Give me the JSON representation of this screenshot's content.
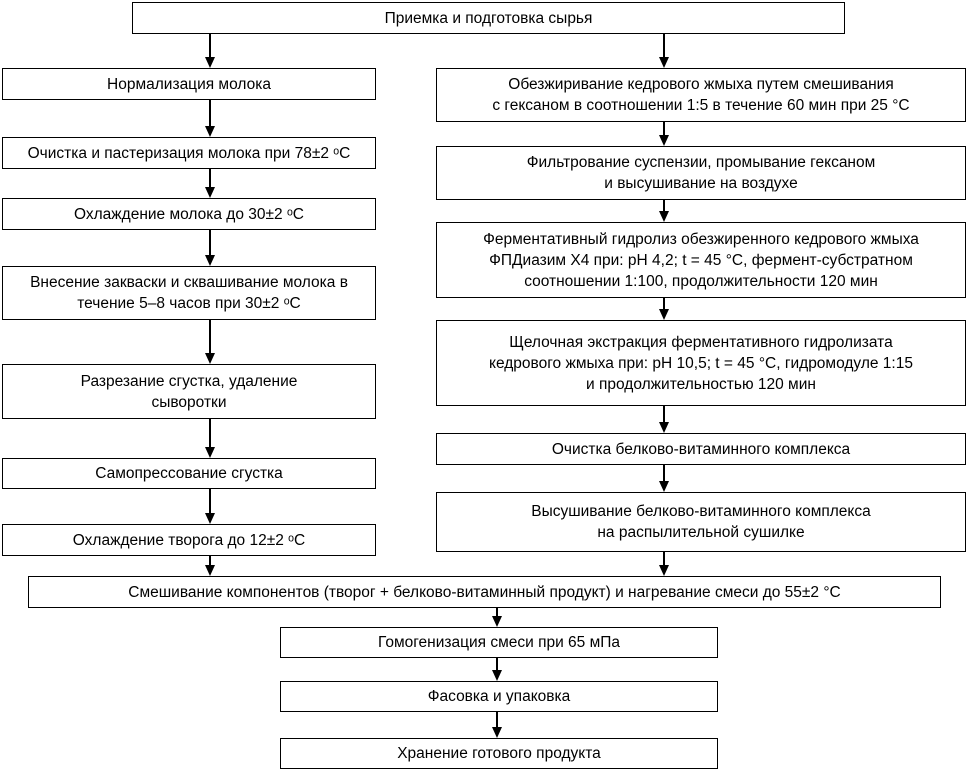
{
  "diagram": {
    "top": {
      "lines": [
        "Приемка и подготовка сырья"
      ]
    },
    "left_column": [
      {
        "lines": [
          "Нормализация молока"
        ]
      },
      {
        "lines": [
          "Очистка и пастеризация молока при 78±2 ᵒС"
        ]
      },
      {
        "lines": [
          "Охлаждение молока до 30±2 ᵒС"
        ]
      },
      {
        "lines": [
          "Внесение закваски и сквашивание молока в",
          "течение 5–8 часов при 30±2 ᵒС"
        ]
      },
      {
        "lines": [
          "Разрезание сгустка, удаление",
          "сыворотки"
        ]
      },
      {
        "lines": [
          "Самопрессование сгустка"
        ]
      },
      {
        "lines": [
          "Охлаждение творога до 12±2 ᵒС"
        ]
      }
    ],
    "right_column": [
      {
        "lines": [
          "Обезжиривание кедрового жмыха путем смешивания",
          "с гексаном в соотношении 1:5 в течение 60 мин при 25 °С"
        ]
      },
      {
        "lines": [
          "Фильтрование суспензии, промывание гексаном",
          "и высушивание на воздухе"
        ]
      },
      {
        "lines": [
          "Ферментативный гидролиз обезжиренного кедрового жмыха",
          "ФПДиазим Х4 при: рН 4,2; t = 45 °С, фермент-субстратном",
          "соотношении 1:100, продолжительности 120 мин"
        ]
      },
      {
        "lines": [
          "Щелочная экстракция ферментативного гидролизата",
          "кедрового жмыха при: рН 10,5; t = 45 °С, гидромодуле 1:15",
          "и продолжительностью 120 мин"
        ]
      },
      {
        "lines": [
          "Очистка белково-витаминного комплекса"
        ]
      },
      {
        "lines": [
          "Высушивание белково-витаминного комплекса",
          "на распылительной сушилке"
        ]
      }
    ],
    "mix": {
      "lines": [
        "Смешивание компонентов (творог + белково-витаминный продукт) и нагревание смеси до 55±2 °С"
      ]
    },
    "bottom": [
      {
        "lines": [
          "Гомогенизация смеси при 65 мПа"
        ]
      },
      {
        "lines": [
          "Фасовка и упаковка"
        ]
      },
      {
        "lines": [
          "Хранение готового продукта"
        ]
      }
    ]
  }
}
